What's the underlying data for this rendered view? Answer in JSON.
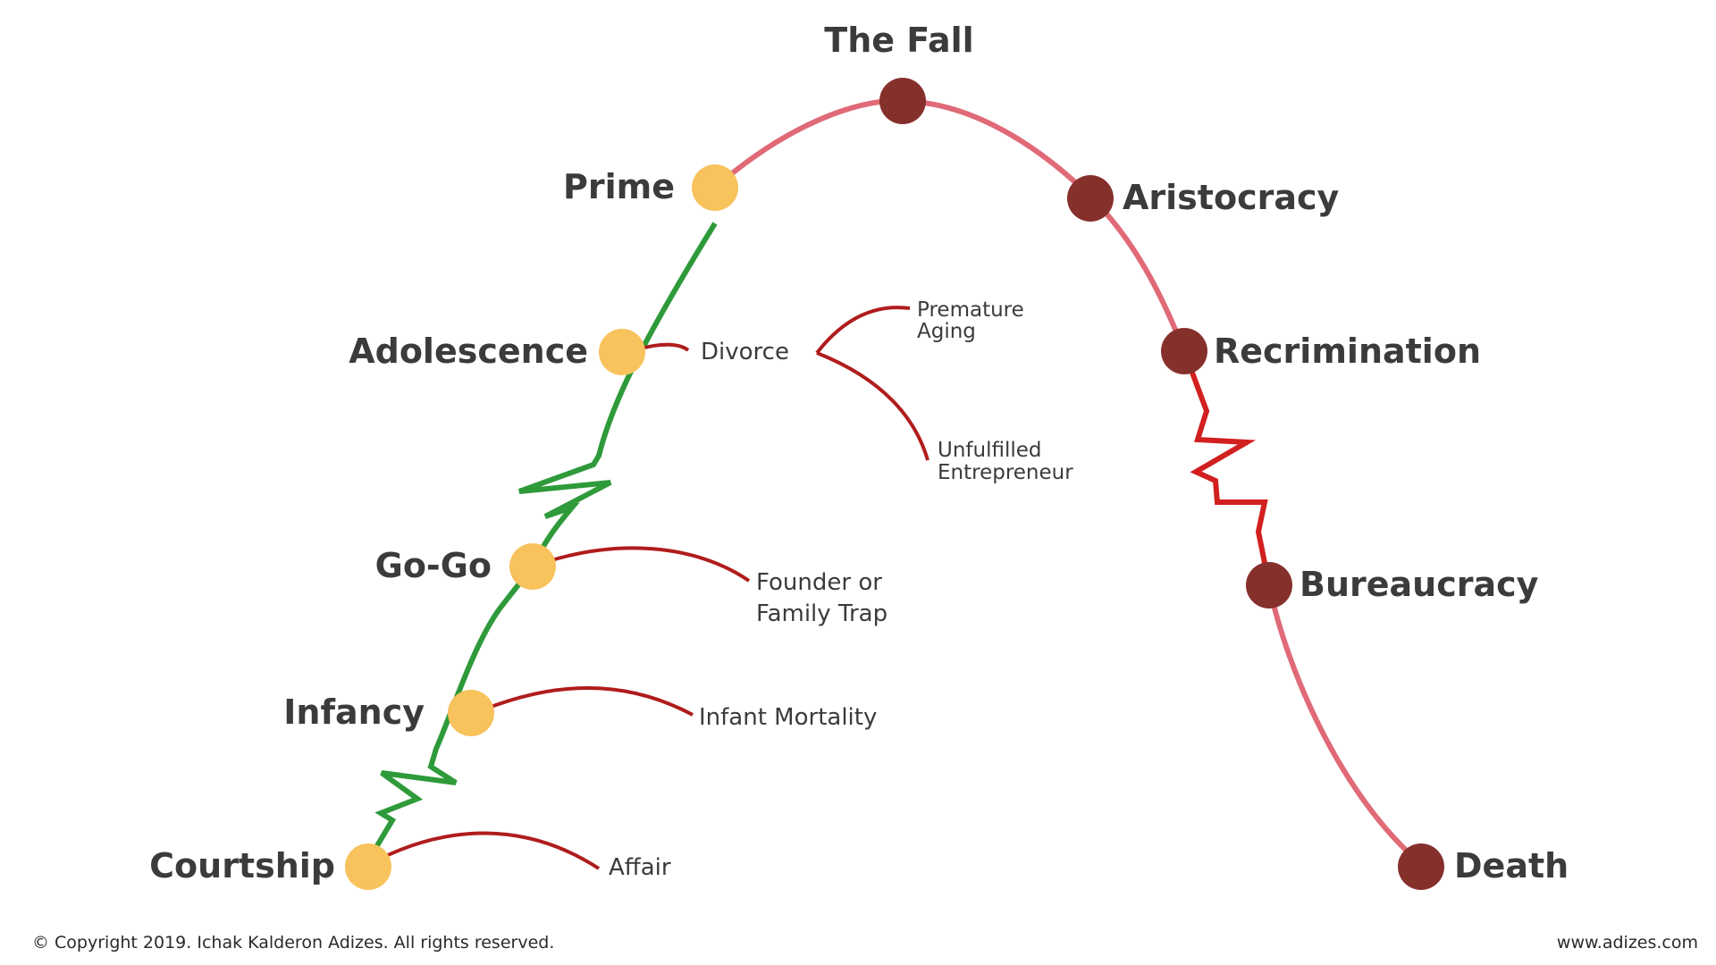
{
  "colors": {
    "growth_line": "#2e9a3a",
    "aging_line": "#e06a77",
    "aging_jagged": "#d21f1f",
    "trap_line": "#b01c1c",
    "growth_dot": "#f8c25c",
    "aging_dot": "#86302c",
    "text": "#3b3b3b"
  },
  "stages": {
    "courtship": "Courtship",
    "infancy": "Infancy",
    "gogo": "Go-Go",
    "adolescence": "Adolescence",
    "prime": "Prime",
    "fall": "The Fall",
    "aristocracy": "Aristocracy",
    "recrimination": "Recrimination",
    "bureaucracy": "Bureaucracy",
    "death": "Death"
  },
  "traps": {
    "affair": "Affair",
    "infant_mortality": "Infant Mortality",
    "founder_trap_line1": "Founder or",
    "founder_trap_line2": "Family Trap",
    "divorce": "Divorce",
    "premature_aging_line1": "Premature",
    "premature_aging_line2": "Aging",
    "unfulfilled_line1": "Unfulfilled",
    "unfulfilled_line2": "Entrepreneur"
  },
  "footer": {
    "copyright": "© Copyright 2019. Ichak Kalderon Adizes. All rights reserved.",
    "website": "www.adizes.com"
  }
}
